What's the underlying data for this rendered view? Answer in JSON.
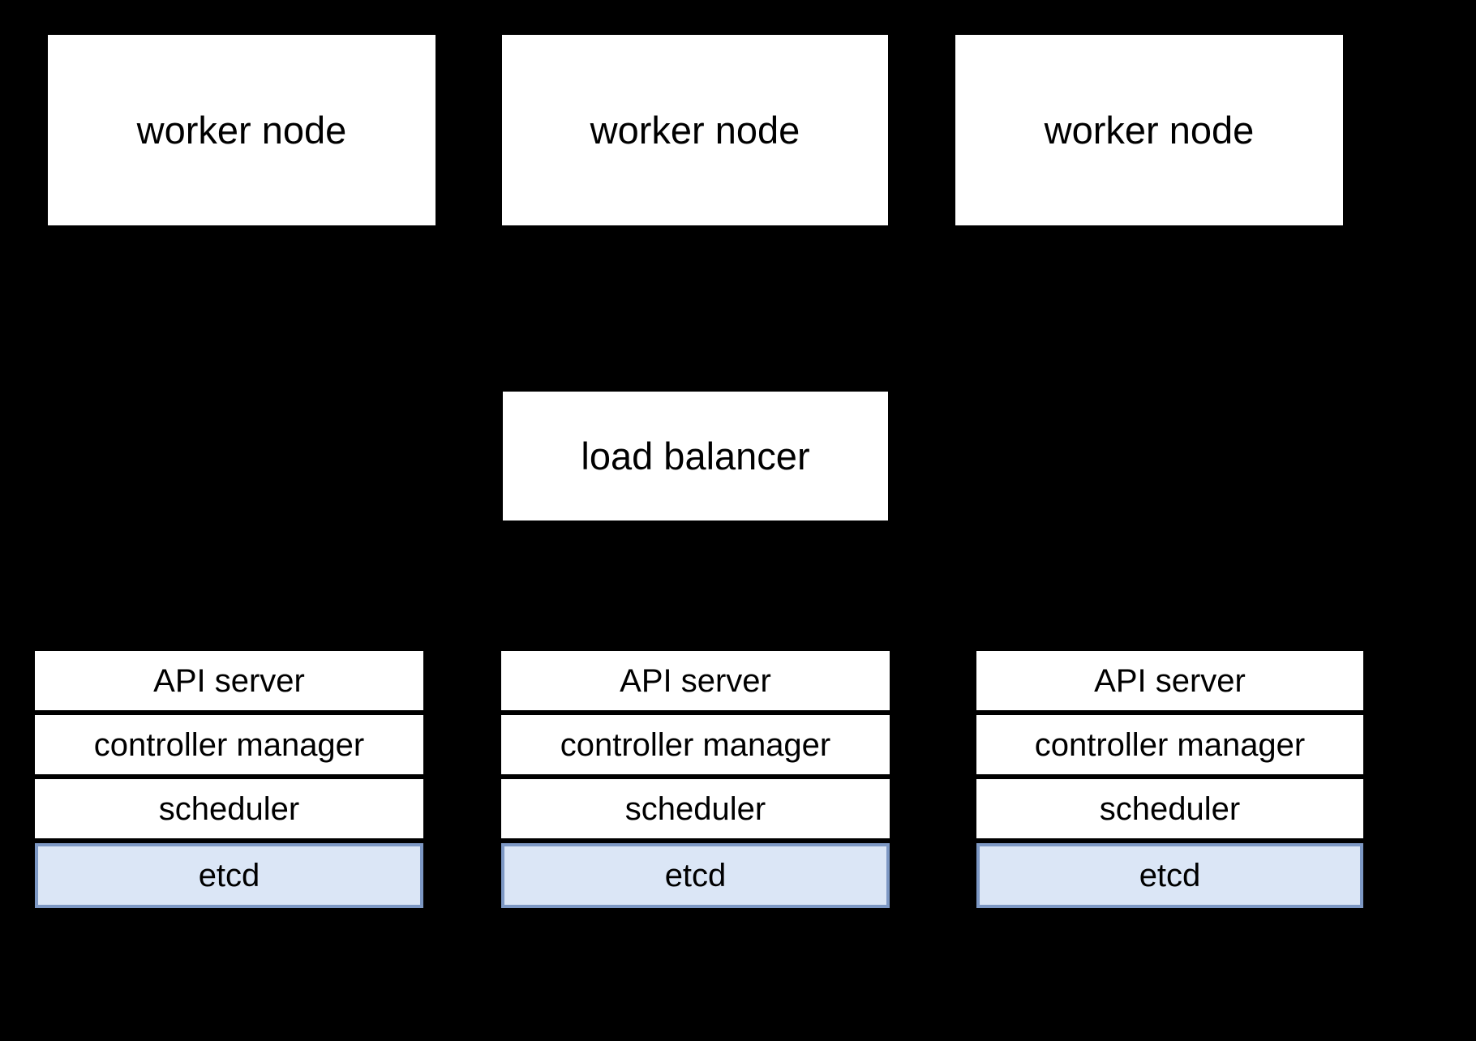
{
  "diagram": {
    "worker_nodes": [
      {
        "label": "worker node"
      },
      {
        "label": "worker node"
      },
      {
        "label": "worker node"
      }
    ],
    "load_balancer": {
      "label": "load balancer"
    },
    "stacks": [
      {
        "rows": [
          {
            "label": "API server",
            "highlighted": false
          },
          {
            "label": "controller manager",
            "highlighted": false
          },
          {
            "label": "scheduler",
            "highlighted": false
          },
          {
            "label": "etcd",
            "highlighted": true
          }
        ]
      },
      {
        "rows": [
          {
            "label": "API server",
            "highlighted": false
          },
          {
            "label": "controller manager",
            "highlighted": false
          },
          {
            "label": "scheduler",
            "highlighted": false
          },
          {
            "label": "etcd",
            "highlighted": true
          }
        ]
      },
      {
        "rows": [
          {
            "label": "API server",
            "highlighted": false
          },
          {
            "label": "controller manager",
            "highlighted": false
          },
          {
            "label": "scheduler",
            "highlighted": false
          },
          {
            "label": "etcd",
            "highlighted": true
          }
        ]
      }
    ],
    "colors": {
      "background": "#000000",
      "box_fill": "#ffffff",
      "text": "#000000",
      "etcd_fill": "#dbe6f6",
      "etcd_border": "#7d98c4"
    }
  }
}
